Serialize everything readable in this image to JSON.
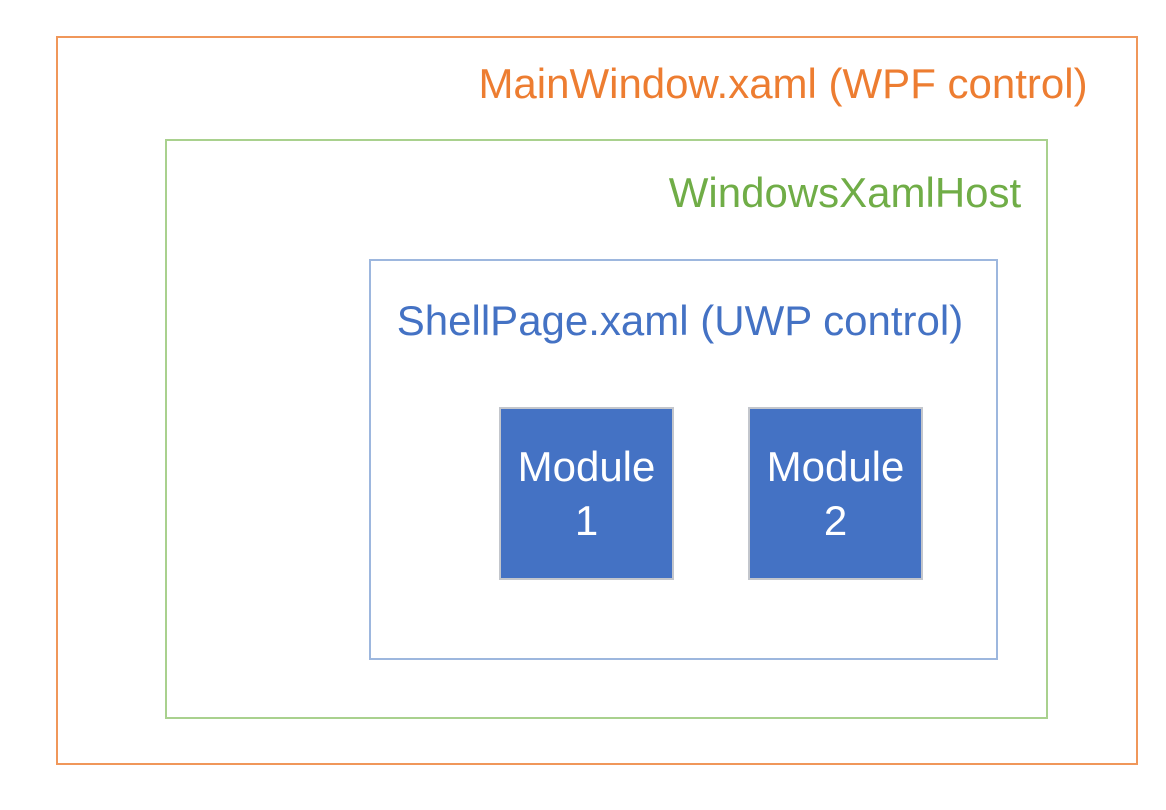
{
  "diagram": {
    "title_note": "Nested XAML hosting architecture diagram",
    "main_window": {
      "label": "MainWindow.xaml (WPF control)"
    },
    "xaml_host": {
      "label": "WindowsXamlHost"
    },
    "shell_page": {
      "label": "ShellPage.xaml (UWP control)"
    },
    "modules": [
      {
        "line1": "Module",
        "line2": "1"
      },
      {
        "line1": "Module",
        "line2": "2"
      }
    ]
  },
  "colors": {
    "main_window_text": "#ED7D31",
    "main_window_border": "#F0975A",
    "xaml_host_text": "#70AD47",
    "xaml_host_border": "#A9D18E",
    "shell_page_text": "#4472C4",
    "shell_page_border": "#9DB7DE",
    "module_fill": "#4472C4",
    "module_border": "#C3C6CC",
    "module_text": "#FFFFFF",
    "background": "#FFFFFF"
  }
}
